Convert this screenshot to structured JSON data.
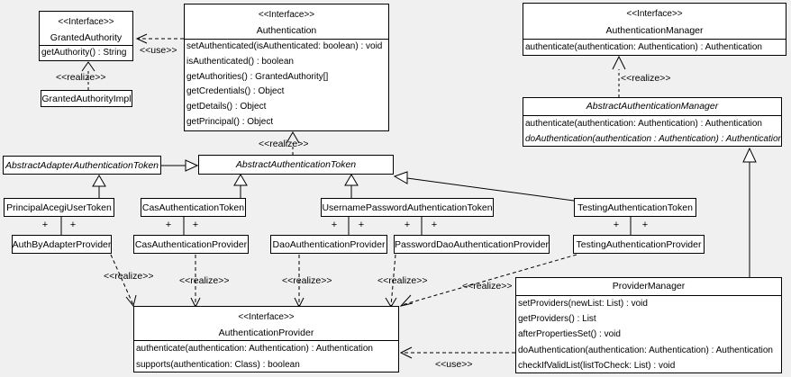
{
  "colors": {
    "background": "#f0f0f0",
    "box_fill": "#ffffff",
    "line": "#000000"
  },
  "labels": {
    "use": "<<use>>",
    "realize": "<<realize>>",
    "plus": "+"
  },
  "classes": {
    "granted_authority": {
      "stereotype": "<<Interface>>",
      "name": "GrantedAuthority",
      "methods": [
        "getAuthority() : String"
      ]
    },
    "granted_authority_impl": {
      "name": "GrantedAuthorityImpl"
    },
    "authentication": {
      "stereotype": "<<Interface>>",
      "name": "Authentication",
      "methods": [
        "setAuthenticated(isAuthenticated: boolean) : void",
        "isAuthenticated() : boolean",
        "getAuthorities() : GrantedAuthority[]",
        "getCredentials() : Object",
        "getDetails() : Object",
        "getPrincipal() : Object"
      ]
    },
    "authentication_manager": {
      "stereotype": "<<Interface>>",
      "name": "AuthenticationManager",
      "methods": [
        "authenticate(authentication: Authentication) : Authentication"
      ]
    },
    "abstract_authentication_manager": {
      "name": "AbstractAuthenticationManager",
      "methods": [
        "authenticate(authentication: Authentication) : Authentication",
        "doAuthentication(authentication : Authentication) : Authentication"
      ]
    },
    "abstract_adapter_authentication_token": {
      "name": "AbstractAdapterAuthenticationToken"
    },
    "abstract_authentication_token": {
      "name": "AbstractAuthenticationToken"
    },
    "principal_acegi_user_token": {
      "name": "PrincipalAcegiUserToken"
    },
    "cas_authentication_token": {
      "name": "CasAuthenticationToken"
    },
    "username_password_authentication_token": {
      "name": "UsernamePasswordAuthenticationToken"
    },
    "testing_authentication_token": {
      "name": "TestingAuthenticationToken"
    },
    "auth_by_adapter_provider": {
      "name": "AuthByAdapterProvider"
    },
    "cas_authentication_provider": {
      "name": "CasAuthenticationProvider"
    },
    "dao_authentication_provider": {
      "name": "DaoAuthenticationProvider"
    },
    "password_dao_authentication_provider": {
      "name": "PasswordDaoAuthenticationProvider"
    },
    "testing_authentication_provider": {
      "name": "TestingAuthenticationProvider"
    },
    "authentication_provider": {
      "stereotype": "<<Interface>>",
      "name": "AuthenticationProvider",
      "methods": [
        "authenticate(authentication: Authentication) : Authentication",
        "supports(authentication: Class) : boolean"
      ]
    },
    "provider_manager": {
      "name": "ProviderManager",
      "methods": [
        "setProviders(newList: List) : void",
        "getProviders() : List",
        "afterPropertiesSet() : void",
        "doAuthentication(authentication: Authentication) : Authentication",
        "checkIfValidList(listToCheck: List) : void"
      ]
    }
  }
}
